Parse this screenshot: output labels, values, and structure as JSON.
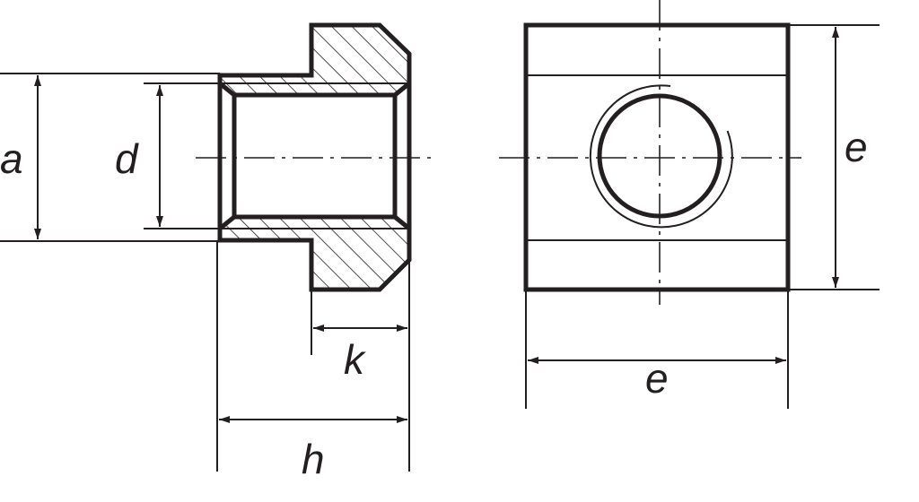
{
  "dimensions": {
    "a": "a",
    "d": "d",
    "k": "k",
    "h": "h",
    "e_vertical": "e",
    "e_horizontal": "e"
  },
  "colors": {
    "line": "#231f20",
    "background": "#ffffff"
  }
}
